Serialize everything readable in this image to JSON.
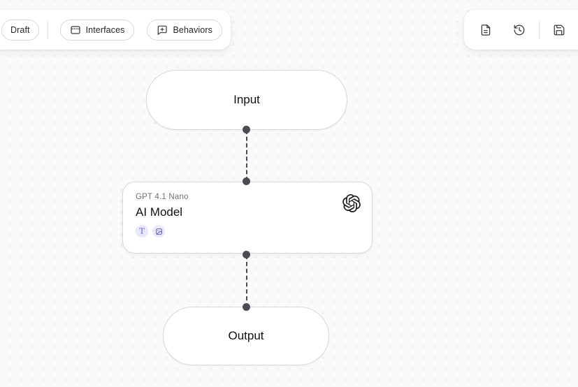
{
  "toolbar_left": {
    "draft_label": "Draft",
    "interfaces_label": "Interfaces",
    "behaviors_label": "Behaviors"
  },
  "toolbar_right": {
    "icons": [
      "document-icon",
      "history-icon",
      "save-icon"
    ]
  },
  "flow": {
    "input_node": {
      "label": "Input"
    },
    "ai_model_node": {
      "subtitle": "GPT 4.1 Nano",
      "title": "AI Model",
      "text_badge_label": "T",
      "capability_icons": [
        "text-icon",
        "image-icon"
      ],
      "provider_icon": "openai-logo"
    },
    "output_node": {
      "label": "Output"
    }
  },
  "colors": {
    "canvas_bg": "#fafafa",
    "canvas_dot": "#e3e3e3",
    "connector": "#4b4b54",
    "node_border": "#d9d9d9",
    "badge_bg": "#e9e9fc",
    "badge_fg": "#5b5bd6",
    "title_text": "#121215",
    "subtitle_text": "#71717a"
  }
}
